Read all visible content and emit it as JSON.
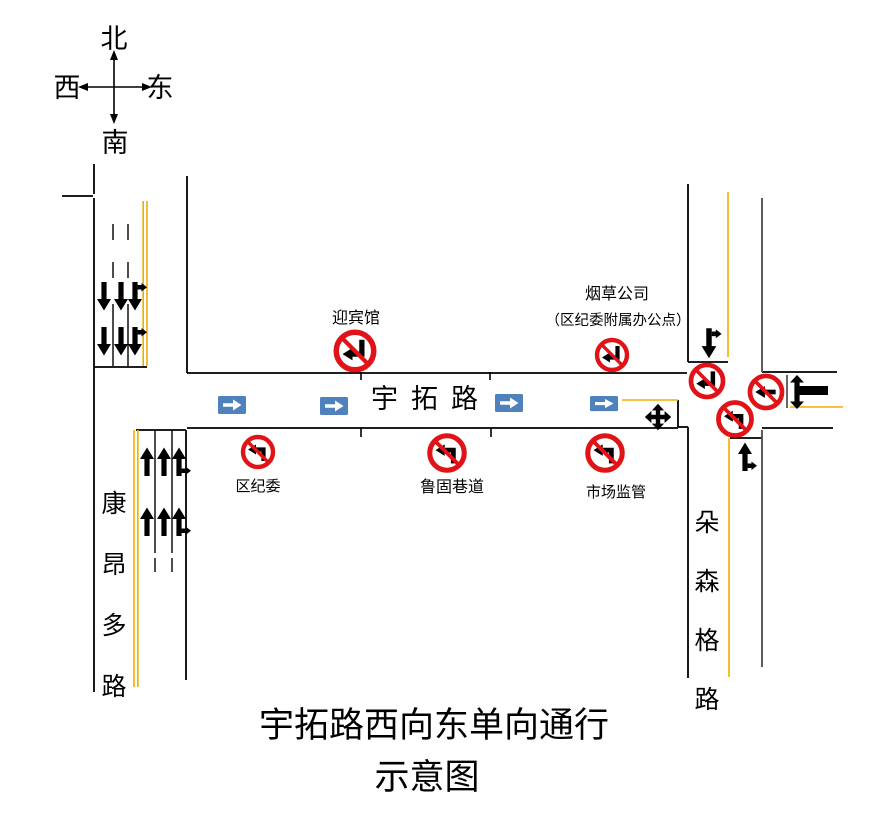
{
  "colors": {
    "prohibition_red": "#e01418",
    "direction_arrow_blue": "#4f81bd",
    "lane_divider_yellow": "#f0ad00"
  },
  "compass": {
    "north": "北",
    "west": "西",
    "east": "东",
    "south": "南"
  },
  "roads": {
    "main_road": {
      "name": "宇拓路"
    },
    "west_road": {
      "name": "康昂多路",
      "chars": [
        "康",
        "昂",
        "多",
        "路"
      ]
    },
    "east_road": {
      "name": "朵森格路",
      "chars": [
        "朵",
        "森",
        "格",
        "路"
      ]
    }
  },
  "places": {
    "guest_house": "迎宾馆",
    "tobacco_company": "烟草公司",
    "tobacco_company_note": "（区纪委附属办公点）",
    "discipline_commission": "区纪委",
    "lugu_alley": "鲁固巷道",
    "market_supervision": "市场监管"
  },
  "title": {
    "line1": "宇拓路西向东单向通行",
    "line2": "示意图"
  },
  "icons": {
    "compass_icon": "four-direction cross with arrowheads",
    "no_left_turn_sign": "red prohibition circle over black left-turn arrow",
    "no_entry_left_sign": "red prohibition circle over black straight-left arrow",
    "one_way_east_arrow": "white right arrow inside blue rectangle",
    "lane_arrow_down": "black lane arrow pointing down",
    "lane_arrow_up": "black lane arrow pointing up",
    "lane_arrow_with_right_branch": "black lane arrow with right turn branch",
    "crossroad_arrow": "black four-direction arrow",
    "two_way_vertical_arrow_with_bar": "black double-headed vertical arrow with side bar"
  }
}
